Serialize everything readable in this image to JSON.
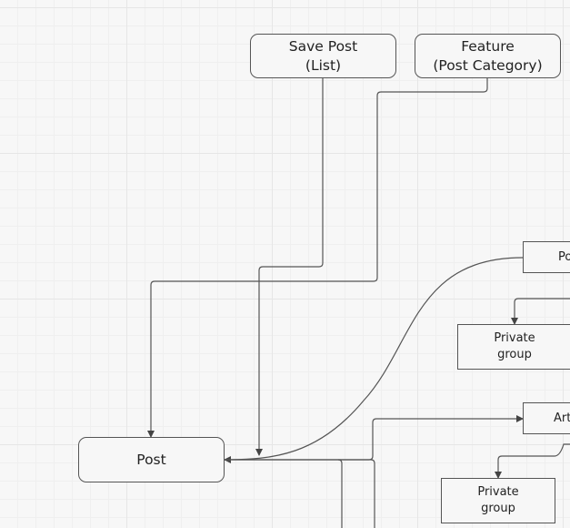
{
  "nodes": {
    "save_post": "Save Post\n(List)",
    "feature": "Feature\n(Post Category)",
    "post": "Post",
    "po_partial": "Po",
    "private_group_1": "Private\ngroup",
    "art_partial": "Art",
    "private_group_2": "Private\ngroup"
  },
  "colors": {
    "background": "#f7f7f7",
    "grid": "#e6e6e6",
    "stroke": "#555555",
    "text": "#222222"
  }
}
